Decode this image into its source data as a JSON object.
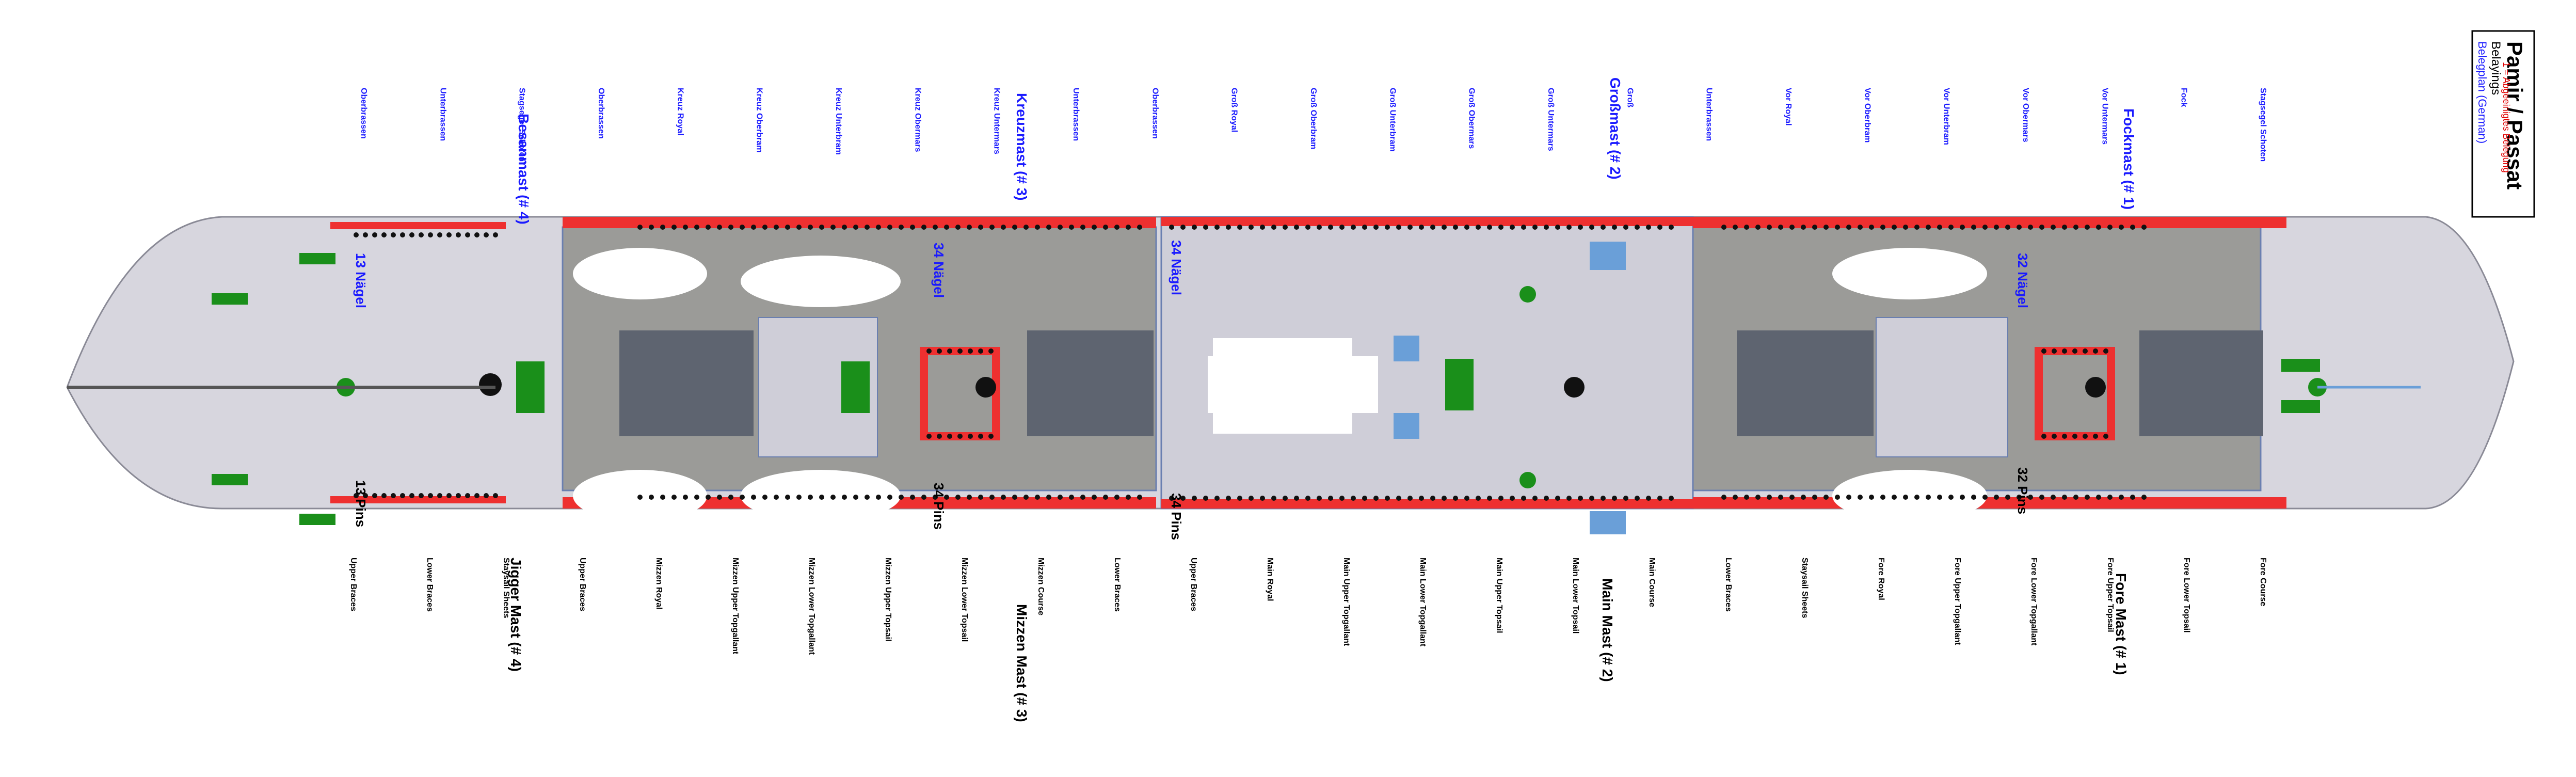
{
  "title": {
    "main": "Pamir / Passat",
    "line1": "Belayings",
    "line2": "Belegplan (German)",
    "line3": "1 = Abgeeinigtes Belegung"
  },
  "masts": [
    {
      "key": "fore",
      "german": "Fockmast (# 1)",
      "english": "Fore Mast (# 1)"
    },
    {
      "key": "main",
      "german": "Großmast (# 2)",
      "english": "Main Mast (# 2)"
    },
    {
      "key": "mizzen",
      "german": "Kreuzmast (# 3)",
      "english": "Mizzen Mast (# 3)"
    },
    {
      "key": "jigger",
      "german": "Besanmast (# 4)",
      "english": "Jigger Mast (# 4)"
    }
  ],
  "pins": {
    "n32": "32 Nägel",
    "p32": "32 Pins",
    "n34a": "34 Nägel",
    "p34a": "34 Pins",
    "n34b": "34 Nägel",
    "p34b": "34 Pins",
    "n13": "13 Nägel",
    "p13": "13 Pins"
  },
  "top_sails": [
    "Stagsegel Schoten",
    "Fock",
    "Vor Untermars",
    "Vor Obermars",
    "Vor Unterbram",
    "Vor Oberbram",
    "Vor Royal",
    "Unterbrassen",
    "Groß",
    "Groß Untermars",
    "Groß Obermars",
    "Groß Unterbram",
    "Groß Oberbram",
    "Groß Royal",
    "Oberbrassen",
    "Unterbrassen",
    "Kreuz Untermars",
    "Kreuz Obermars",
    "Kreuz Unterbram",
    "Kreuz Oberbram",
    "Kreuz Royal",
    "Oberbrassen",
    "Stagsegel Schoten",
    "Unterbrassen",
    "Oberbrassen"
  ],
  "bottom_sails": [
    "Fore Course",
    "Fore Lower Topsail",
    "Fore Upper Topsail",
    "Fore Lower Topgallant",
    "Fore Upper Topgallant",
    "Fore Royal",
    "Staysail Sheets",
    "Lower Braces",
    "Main Course",
    "Main Lower Topsail",
    "Main Upper Topsail",
    "Main Lower Topgallant",
    "Main Upper Topgallant",
    "Main Royal",
    "Upper Braces",
    "Lower Braces",
    "Mizzen Course",
    "Mizzen Lower Topsail",
    "Mizzen Upper Topsail",
    "Mizzen Lower Topgallant",
    "Mizzen Upper Topgallant",
    "Mizzen Royal",
    "Upper Braces",
    "Staysail Sheets",
    "Lower Braces",
    "Upper Braces"
  ]
}
